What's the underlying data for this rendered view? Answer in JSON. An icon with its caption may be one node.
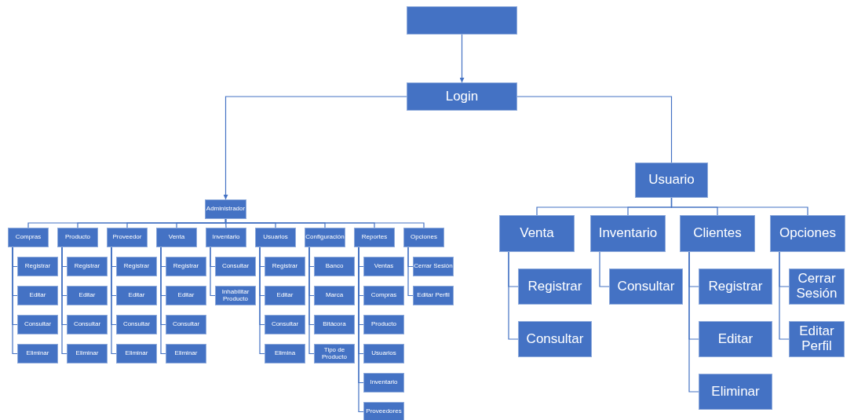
{
  "diagram": {
    "nodes": [
      {
        "text": [],
        "shape": "box"
      },
      {
        "text": [
          "Login"
        ]
      },
      {
        "text": [
          "Administrador"
        ]
      },
      {
        "text": [
          "Compras"
        ]
      },
      {
        "text": [
          "Producto"
        ]
      },
      {
        "text": [
          "Proveedor"
        ]
      },
      {
        "text": [
          "Venta"
        ]
      },
      {
        "text": [
          "Inventario"
        ]
      },
      {
        "text": [
          "Usuarios"
        ]
      },
      {
        "text": [
          "Configuración"
        ]
      },
      {
        "text": [
          "Reportes"
        ]
      },
      {
        "text": [
          "Opciones"
        ]
      },
      {
        "text": [
          "Registrar"
        ]
      },
      {
        "text": [
          "Editar"
        ]
      },
      {
        "text": [
          "Consultar"
        ]
      },
      {
        "text": [
          "Eliminar"
        ]
      },
      {
        "text": [
          "Registrar"
        ]
      },
      {
        "text": [
          "Editar"
        ]
      },
      {
        "text": [
          "Consultar"
        ]
      },
      {
        "text": [
          "Eliminar"
        ]
      },
      {
        "text": [
          "Registrar"
        ]
      },
      {
        "text": [
          "Editar"
        ]
      },
      {
        "text": [
          "Consultar"
        ]
      },
      {
        "text": [
          "Eliminar"
        ]
      },
      {
        "text": [
          "Registrar"
        ]
      },
      {
        "text": [
          "Editar"
        ]
      },
      {
        "text": [
          "Consultar"
        ]
      },
      {
        "text": [
          "Eliminar"
        ]
      },
      {
        "text": [
          "Consultar"
        ]
      },
      {
        "text": [
          "Inhabilitar Producto"
        ]
      },
      {
        "text": [
          "Registrar"
        ]
      },
      {
        "text": [
          "Editar"
        ]
      },
      {
        "text": [
          "Consultar"
        ]
      },
      {
        "text": [
          "Elimina"
        ]
      },
      {
        "text": [
          "Banco"
        ]
      },
      {
        "text": [
          "Marca"
        ]
      },
      {
        "text": [
          "Bitácora"
        ]
      },
      {
        "text": [
          "Tipo de Producto"
        ]
      },
      {
        "text": [
          "Ventas"
        ]
      },
      {
        "text": [
          "Compras"
        ]
      },
      {
        "text": [
          "Producto"
        ]
      },
      {
        "text": [
          "Usuarios"
        ]
      },
      {
        "text": [
          "Inventario"
        ]
      },
      {
        "text": [
          "Proveedores"
        ]
      },
      {
        "text": [
          "Cerrar Sesión"
        ]
      },
      {
        "text": [
          "Editar Perfil"
        ]
      },
      {
        "text": [
          "Usuario"
        ]
      },
      {
        "text": [
          "Venta"
        ]
      },
      {
        "text": [
          "Inventario"
        ]
      },
      {
        "text": [
          "Clientes"
        ]
      },
      {
        "text": [
          "Opciones"
        ]
      },
      {
        "text": [
          "Registrar"
        ]
      },
      {
        "text": [
          "Consultar"
        ]
      },
      {
        "text": [
          "Consultar"
        ]
      },
      {
        "text": [
          "Registrar"
        ]
      },
      {
        "text": [
          "Editar"
        ]
      },
      {
        "text": [
          "Eliminar"
        ]
      },
      {
        "text": [
          "Cerrar Sesión"
        ]
      },
      {
        "text": [
          "Editar Perfil"
        ]
      }
    ],
    "edges": [
      {
        "from": 0,
        "to": 1,
        "arrow": "to"
      },
      {
        "from": 1,
        "to": 2,
        "arrow": "to"
      },
      {
        "from": 1,
        "to": 46,
        "arrow": "none"
      },
      {
        "from": 2,
        "to": 3,
        "arrow": "none"
      },
      {
        "from": 2,
        "to": 4,
        "arrow": "none"
      },
      {
        "from": 2,
        "to": 5,
        "arrow": "none"
      },
      {
        "from": 2,
        "to": 6,
        "arrow": "none"
      },
      {
        "from": 2,
        "to": 7,
        "arrow": "none"
      },
      {
        "from": 2,
        "to": 8,
        "arrow": "none"
      },
      {
        "from": 2,
        "to": 9,
        "arrow": "none"
      },
      {
        "from": 2,
        "to": 10,
        "arrow": "none"
      },
      {
        "from": 2,
        "to": 11,
        "arrow": "none"
      },
      {
        "from": 3,
        "to": 12,
        "arrow": "none"
      },
      {
        "from": 3,
        "to": 13,
        "arrow": "none"
      },
      {
        "from": 3,
        "to": 14,
        "arrow": "none"
      },
      {
        "from": 3,
        "to": 15,
        "arrow": "none"
      },
      {
        "from": 4,
        "to": 16,
        "arrow": "none"
      },
      {
        "from": 4,
        "to": 17,
        "arrow": "none"
      },
      {
        "from": 4,
        "to": 18,
        "arrow": "none"
      },
      {
        "from": 4,
        "to": 19,
        "arrow": "none"
      },
      {
        "from": 5,
        "to": 20,
        "arrow": "none"
      },
      {
        "from": 5,
        "to": 21,
        "arrow": "none"
      },
      {
        "from": 5,
        "to": 22,
        "arrow": "none"
      },
      {
        "from": 5,
        "to": 23,
        "arrow": "none"
      },
      {
        "from": 6,
        "to": 24,
        "arrow": "none"
      },
      {
        "from": 6,
        "to": 25,
        "arrow": "none"
      },
      {
        "from": 6,
        "to": 26,
        "arrow": "none"
      },
      {
        "from": 6,
        "to": 27,
        "arrow": "none"
      },
      {
        "from": 7,
        "to": 28,
        "arrow": "none"
      },
      {
        "from": 7,
        "to": 29,
        "arrow": "none"
      },
      {
        "from": 8,
        "to": 30,
        "arrow": "none"
      },
      {
        "from": 8,
        "to": 31,
        "arrow": "none"
      },
      {
        "from": 8,
        "to": 32,
        "arrow": "none"
      },
      {
        "from": 8,
        "to": 33,
        "arrow": "none"
      },
      {
        "from": 9,
        "to": 34,
        "arrow": "none"
      },
      {
        "from": 9,
        "to": 35,
        "arrow": "none"
      },
      {
        "from": 9,
        "to": 36,
        "arrow": "none"
      },
      {
        "from": 9,
        "to": 37,
        "arrow": "none"
      },
      {
        "from": 10,
        "to": 38,
        "arrow": "none"
      },
      {
        "from": 10,
        "to": 39,
        "arrow": "none"
      },
      {
        "from": 10,
        "to": 40,
        "arrow": "none"
      },
      {
        "from": 10,
        "to": 41,
        "arrow": "none"
      },
      {
        "from": 10,
        "to": 42,
        "arrow": "none"
      },
      {
        "from": 10,
        "to": 43,
        "arrow": "none"
      },
      {
        "from": 11,
        "to": 44,
        "arrow": "none"
      },
      {
        "from": 11,
        "to": 45,
        "arrow": "none"
      },
      {
        "from": 46,
        "to": 47,
        "arrow": "none"
      },
      {
        "from": 46,
        "to": 48,
        "arrow": "none"
      },
      {
        "from": 46,
        "to": 49,
        "arrow": "none"
      },
      {
        "from": 46,
        "to": 50,
        "arrow": "none"
      },
      {
        "from": 47,
        "to": 51,
        "arrow": "none"
      },
      {
        "from": 47,
        "to": 52,
        "arrow": "none"
      },
      {
        "from": 48,
        "to": 53,
        "arrow": "none"
      },
      {
        "from": 49,
        "to": 54,
        "arrow": "none"
      },
      {
        "from": 49,
        "to": 55,
        "arrow": "none"
      },
      {
        "from": 49,
        "to": 56,
        "arrow": "none"
      },
      {
        "from": 50,
        "to": 57,
        "arrow": "none"
      },
      {
        "from": 50,
        "to": 58,
        "arrow": "none"
      }
    ]
  }
}
